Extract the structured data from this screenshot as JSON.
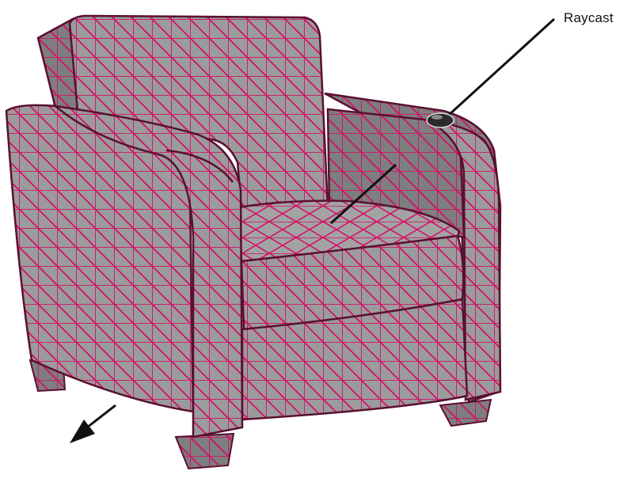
{
  "callout": {
    "label": "Raycast"
  },
  "colors": {
    "background": "#ffffff",
    "surface": "#9b9b9b",
    "surface_dark": "#7d7d7d",
    "mesh": "#d4106a",
    "outline": "#5a1030",
    "ray": "#111111",
    "hit_marker": "#2b2b2b"
  },
  "icons": [
    "armchair-mesh",
    "ray-line",
    "hit-point-marker",
    "direction-arrow"
  ]
}
